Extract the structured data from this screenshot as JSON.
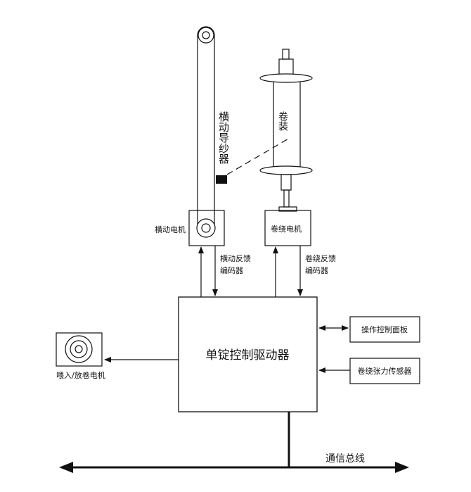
{
  "labels": {
    "traverse_guide": "横动导纱器",
    "package": "卷装",
    "traverse_motor": "横动电机",
    "winding_motor": "卷绕电机",
    "traverse_feedback_line1": "横动反馈",
    "traverse_feedback_line2": "编码器",
    "winding_feedback_line1": "卷绕反馈",
    "winding_feedback_line2": "编码器",
    "main_controller": "单锭控制驱动器",
    "operation_panel": "操作控制面板",
    "tension_sensor": "卷绕张力传感器",
    "feed_motor": "喂入/放卷电机",
    "comm_bus": "通信总线"
  },
  "colors": {
    "stroke": "#111111",
    "guide_block": "#111111",
    "background": "#ffffff"
  }
}
